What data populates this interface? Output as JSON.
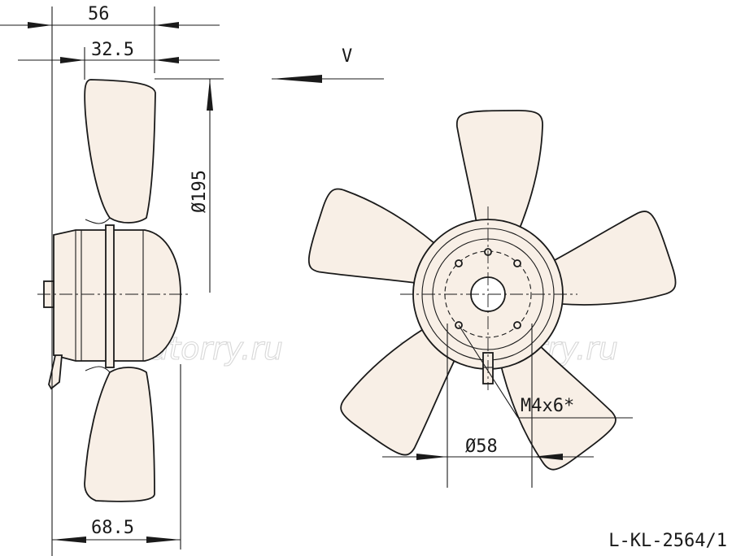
{
  "drawing": {
    "code": "L-KL-2564/1",
    "view_marker": "V",
    "watermark": "ventilatorry.ru",
    "dimensions": {
      "overall_width": "56",
      "blade_depth": "32.5",
      "diameter": "Ø195",
      "motor_length": "68.5",
      "hole_pitch": "Ø58",
      "thread": "M4x6*"
    },
    "colors": {
      "line": "#1a1a1a",
      "fill": "#f8efe6"
    }
  }
}
